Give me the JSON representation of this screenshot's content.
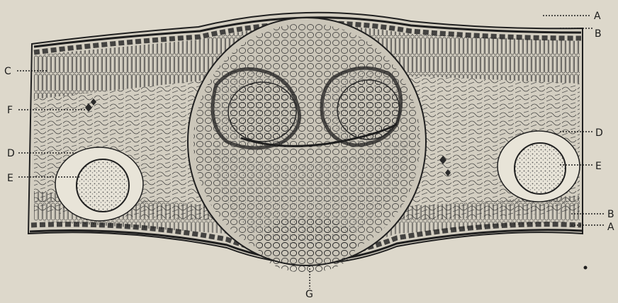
{
  "labels": {
    "A_top_right": "A",
    "B_top_right": "B",
    "C_left": "C",
    "F_left": "F",
    "D_left": "D",
    "E_left": "E",
    "D_right": "D",
    "E_right": "E",
    "B_bottom_right": "B",
    "A_bottom_right": "A",
    "G_bottom": "G"
  },
  "colors": {
    "paper": "#ddd8cb",
    "ink": "#1f1f1f",
    "stipple": "#6d6d6d",
    "tissue": "#cfcabd"
  }
}
